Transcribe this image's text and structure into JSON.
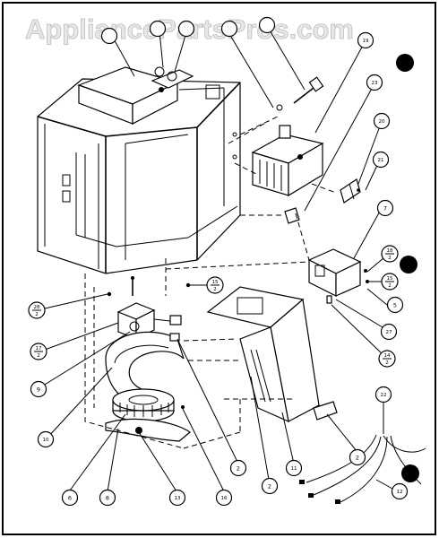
{
  "watermark": "AppliancePartsPros.com",
  "callouts": {
    "c2a": "2",
    "c2b": "2",
    "c2c": "2",
    "c5": "5",
    "c6": "6",
    "c7": "7",
    "c8": "8",
    "c9": "9",
    "c10": "10",
    "c11": "11",
    "c12": "12",
    "c13": "13",
    "c16": "16",
    "c19": "19",
    "c20": "20",
    "c21": "21",
    "c22": "22",
    "c23": "23",
    "c27": "27",
    "f15a_n": "15",
    "f15a_d": "2",
    "f15b_n": "15",
    "f15b_d": "2",
    "f14_n": "14",
    "f14_d": "2",
    "f17_n": "17",
    "f17_d": "2",
    "f18_n": "18",
    "f18_d": "2",
    "f28_n": "28",
    "f28_d": "2"
  }
}
